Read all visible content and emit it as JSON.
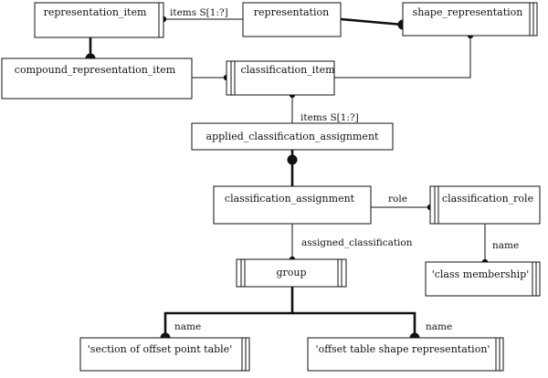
{
  "entities": {
    "representation_item": "representation_item",
    "representation": "representation",
    "shape_representation": "shape_representation",
    "compound_representation_item": "compound_representation_item",
    "classification_item": "classification_item",
    "applied_classification_assignment": "applied_classification_assignment",
    "classification_assignment": "classification_assignment",
    "classification_role": "classification_role",
    "group": "group",
    "class_membership": "'class membership'",
    "section_of_offset_point_table": "'section of offset point table'",
    "offset_table_shape_representation": "'offset table shape representation'"
  },
  "relations": {
    "items_representation": "items S[1:?]",
    "items_classification": "items S[1:?]",
    "role": "role",
    "assigned_classification": "assigned_classification",
    "name_role": "name",
    "name_left": "name",
    "name_right": "name"
  }
}
